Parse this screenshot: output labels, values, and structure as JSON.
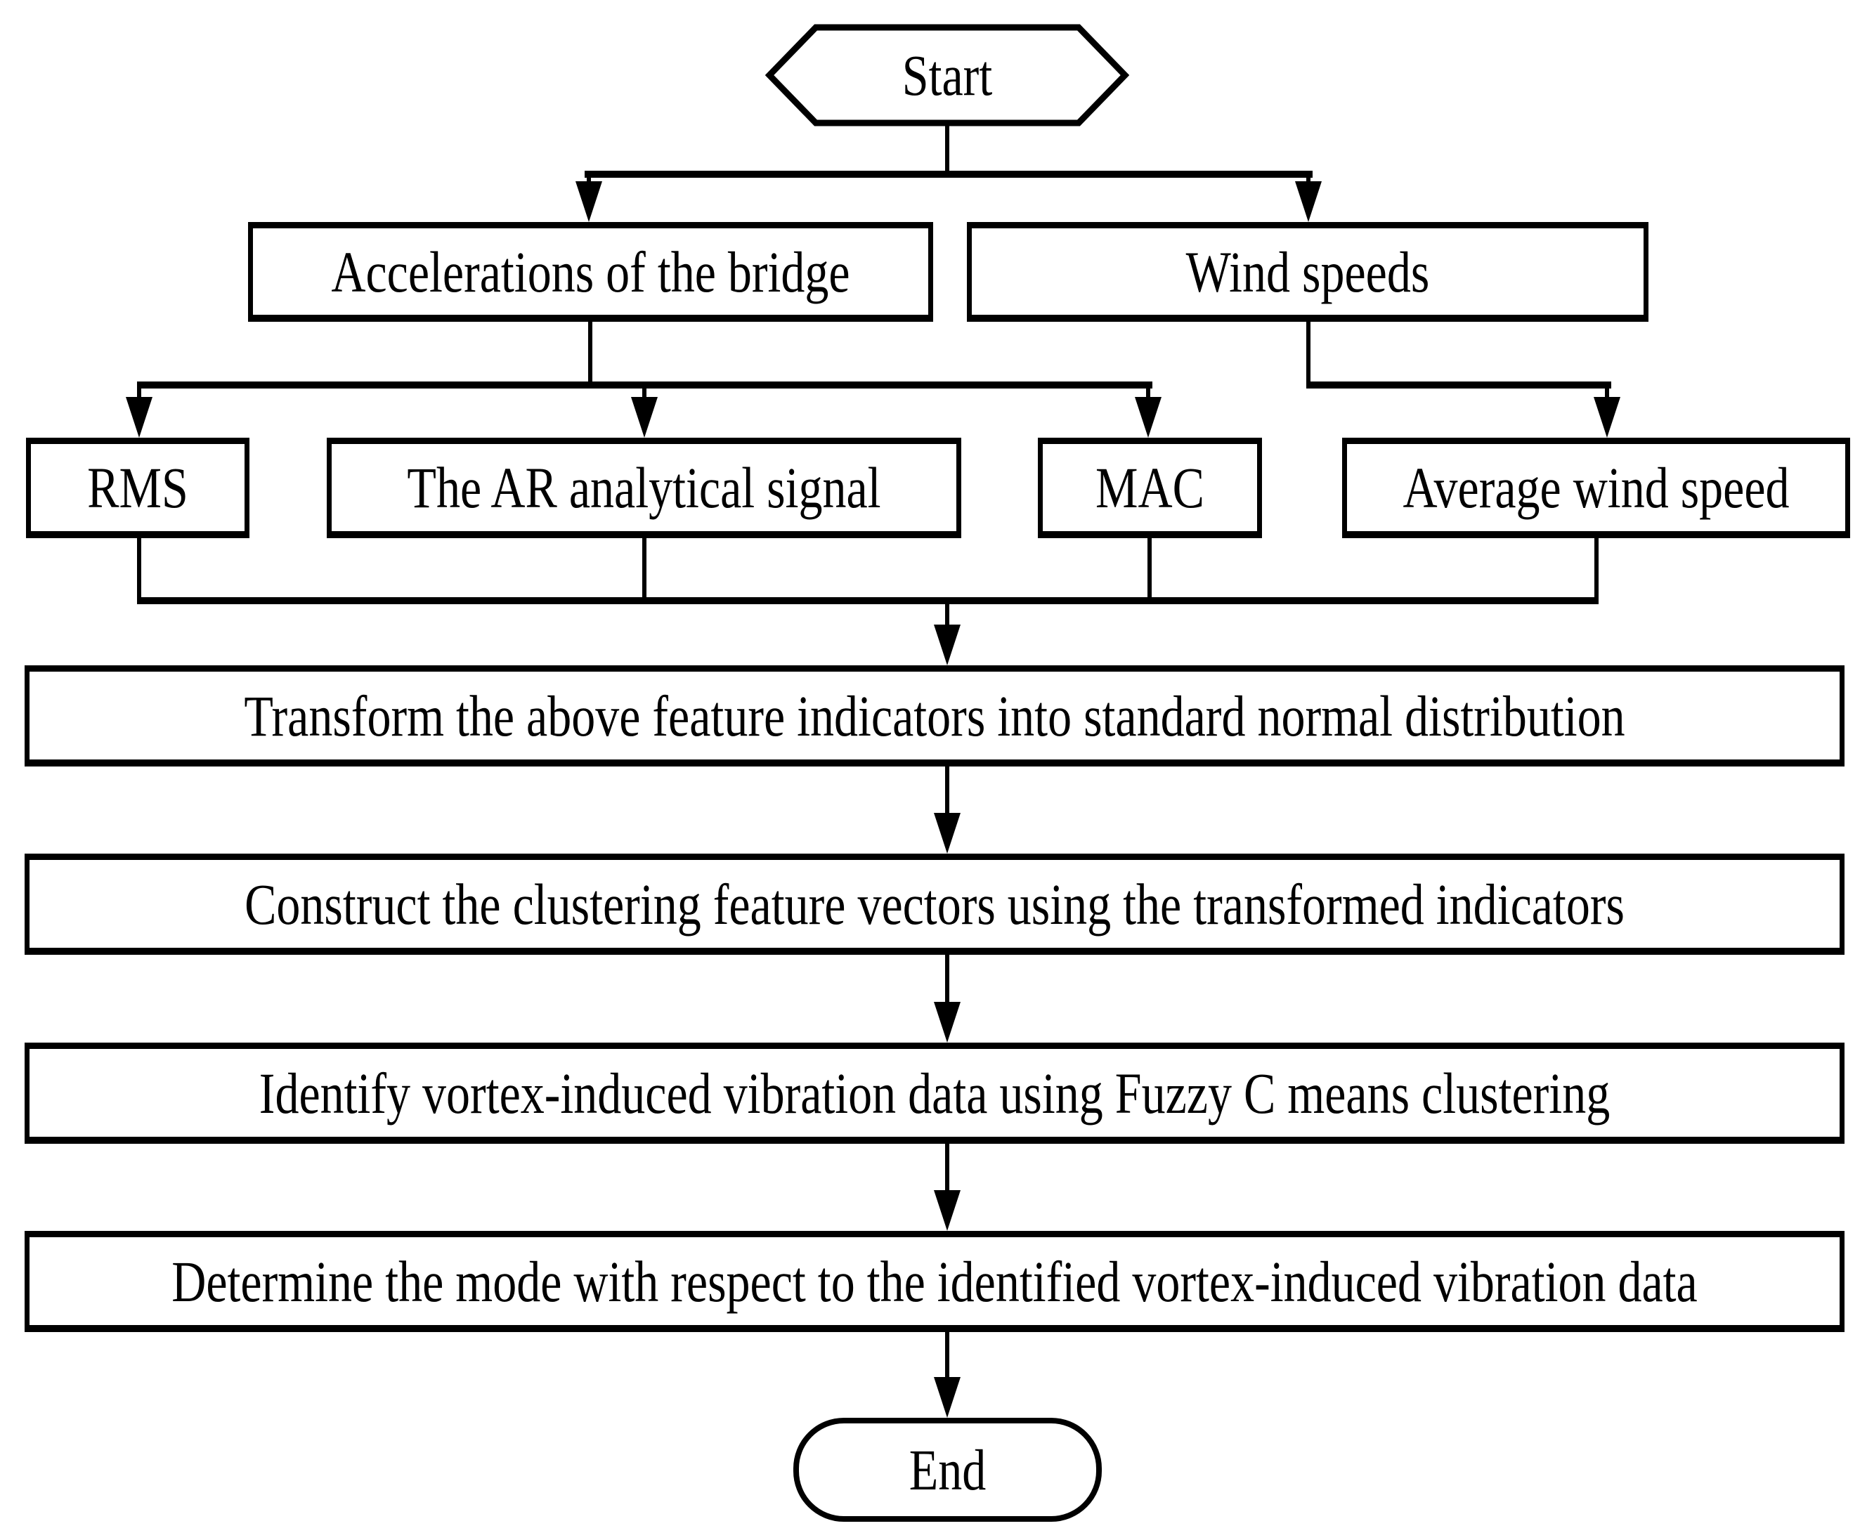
{
  "diagram": {
    "background_color": "#ffffff",
    "stroke_color": "#000000",
    "nodes": {
      "start": {
        "label": "Start",
        "shape": "hexagon"
      },
      "accelerations": {
        "label": "Accelerations of the bridge",
        "shape": "rect"
      },
      "wind_speeds": {
        "label": "Wind speeds",
        "shape": "rect"
      },
      "rms": {
        "label": "RMS",
        "shape": "rect"
      },
      "ar_signal": {
        "label": "The AR analytical signal",
        "shape": "rect"
      },
      "mac": {
        "label": "MAC",
        "shape": "rect"
      },
      "avg_wind_speed": {
        "label": "Average wind speed",
        "shape": "rect"
      },
      "transform": {
        "label": "Transform the above feature indicators into standard normal distribution",
        "shape": "rect"
      },
      "construct": {
        "label": "Construct the clustering feature vectors using the transformed indicators",
        "shape": "rect"
      },
      "identify": {
        "label": "Identify vortex-induced vibration data using Fuzzy C means clustering",
        "shape": "rect"
      },
      "determine": {
        "label": "Determine the mode with respect to the identified vortex-induced vibration data",
        "shape": "rect"
      },
      "end": {
        "label": "End",
        "shape": "stadium"
      }
    },
    "edges": [
      {
        "from": "start",
        "to": "accelerations"
      },
      {
        "from": "start",
        "to": "wind_speeds"
      },
      {
        "from": "accelerations",
        "to": "rms"
      },
      {
        "from": "accelerations",
        "to": "ar_signal"
      },
      {
        "from": "accelerations",
        "to": "mac"
      },
      {
        "from": "wind_speeds",
        "to": "avg_wind_speed"
      },
      {
        "from": "rms",
        "to": "transform"
      },
      {
        "from": "ar_signal",
        "to": "transform"
      },
      {
        "from": "mac",
        "to": "transform"
      },
      {
        "from": "avg_wind_speed",
        "to": "transform"
      },
      {
        "from": "transform",
        "to": "construct"
      },
      {
        "from": "construct",
        "to": "identify"
      },
      {
        "from": "identify",
        "to": "determine"
      },
      {
        "from": "determine",
        "to": "end"
      }
    ]
  }
}
